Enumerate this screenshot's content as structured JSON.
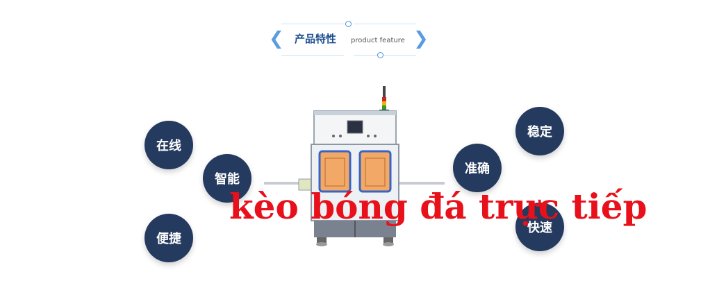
{
  "header": {
    "title_cn": "产品特性",
    "title_en": "product feature"
  },
  "features": {
    "online": "在线",
    "smart": "智能",
    "convenient": "便捷",
    "stable": "稳定",
    "accurate": "准确",
    "fast": "快速"
  },
  "overlay": {
    "text": "kèo bóng đá trực tiếp"
  },
  "colors": {
    "bubble": "#243a5e",
    "accent": "#4a90d9",
    "overlay": "#e8101a"
  }
}
